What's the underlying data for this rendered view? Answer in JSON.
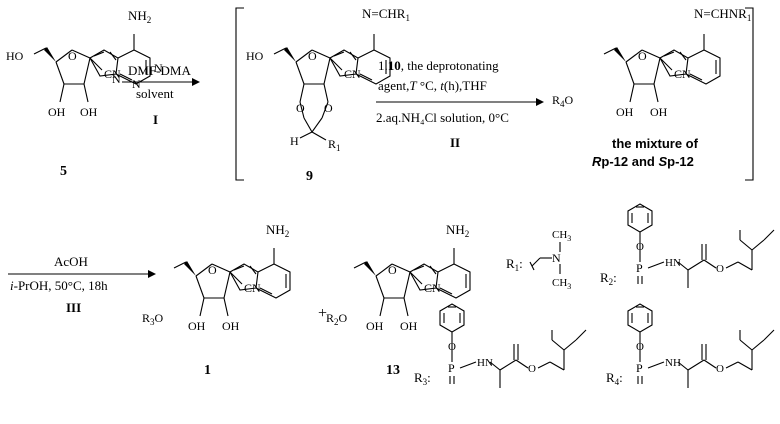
{
  "compounds": {
    "c5": "5",
    "c9": "9",
    "c1": "1",
    "c13": "13",
    "mixture_line1": "the mixture of",
    "mixture_rp_prefix": "R",
    "mixture_rp_rest": "p-12 and ",
    "mixture_sp_prefix": "S",
    "mixture_sp_rest": "p-12"
  },
  "labels": {
    "nh2": "NH",
    "nh2_sub": "2",
    "ho": "HO",
    "oh": "OH",
    "cn": "CN",
    "o": "O",
    "n": "N",
    "h": "H",
    "r1": "R",
    "r1_sub": "1",
    "imine_r1": "N=CHR",
    "imine_r1_sub": "1",
    "imine_nr1": "N=CHNR",
    "imine_nr1_sub": "1",
    "r2o": "R",
    "r2o_sub": "2",
    "r3o": "R",
    "r3o_sub": "3",
    "r4o": "R",
    "r4o_sub": "4",
    "o_suffix": "O",
    "plus": "+",
    "p": "P",
    "nh": "N",
    "nh_h": "H",
    "ch3": "CH",
    "ch3_sub": "3",
    "r1_def": "R",
    "r1_def_sub": "1",
    "r1_def_colon": ":",
    "r2_def": "R",
    "r2_def_sub": "2",
    "r3_def": "R",
    "r3_def_sub": "3",
    "r4_def": "R",
    "r4_def_sub": "4",
    "colon": ":"
  },
  "step1": {
    "reagent": "DMF-DMA",
    "solvent": "solvent",
    "numeral": "I"
  },
  "step2": {
    "line1_prefix": "1.",
    "line1_bold": "10",
    "line1_rest": ", the deprotonating",
    "line2_a": "agent,",
    "line2_T": "T",
    "line2_b": " °C, ",
    "line2_t": "t",
    "line2_c": "(h),THF",
    "line3": "2.aq.NH₄Cl solution, 0°C",
    "numeral": "II"
  },
  "step3": {
    "reagent": "AcOH",
    "line2_i": "i",
    "line2_rest": "-PrOH, 50°C, 18h",
    "numeral": "III"
  }
}
